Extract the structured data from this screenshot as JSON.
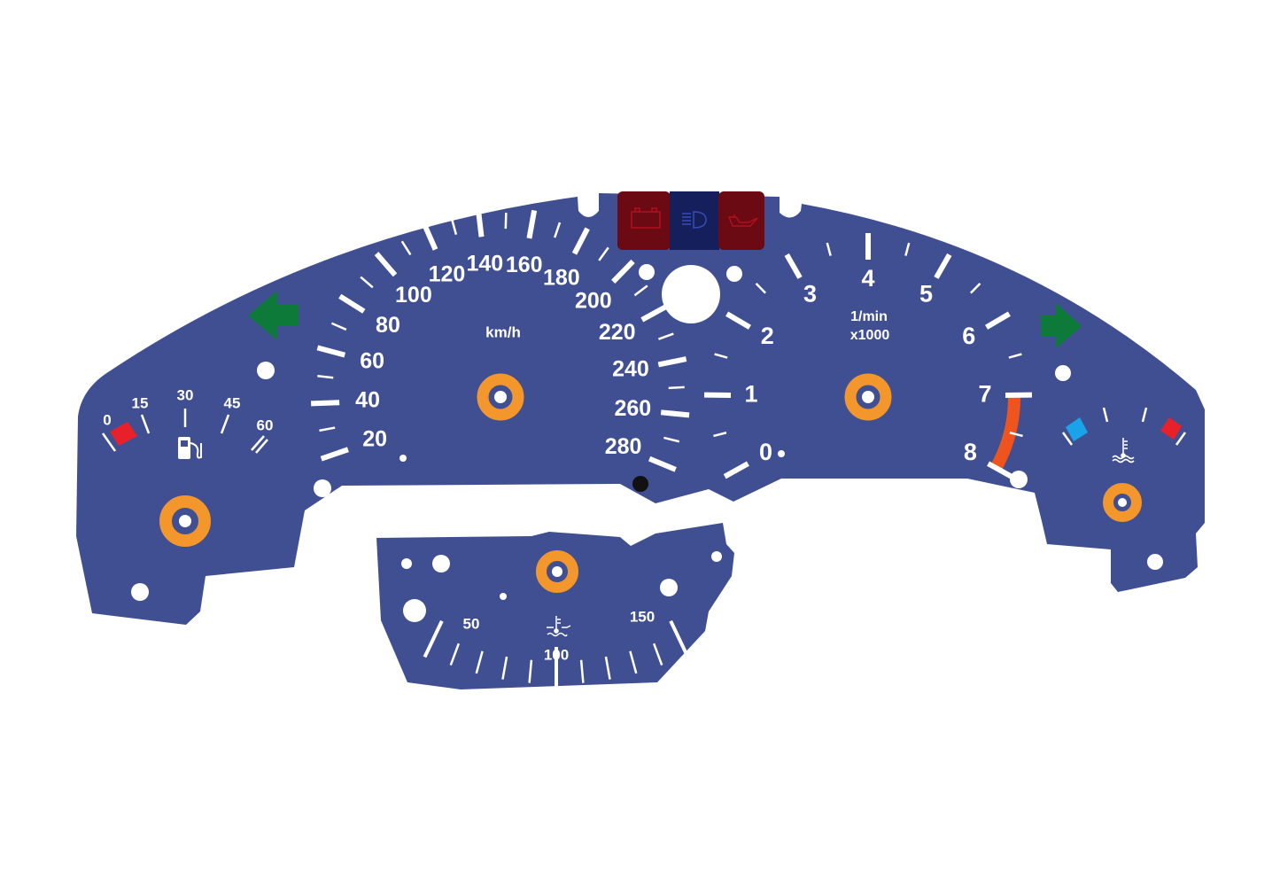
{
  "colors": {
    "dial_face": "#3f4f91",
    "ticks": "#ffffff",
    "mount_ring": "#f3962c",
    "arrow_green": "#0e7a3a",
    "warn_red": "#6b0a12",
    "warn_blue": "#141f5c",
    "redline": "#f0541e",
    "cold_blue": "#1aa3e8",
    "hot_red": "#e8202a"
  },
  "speedometer": {
    "unit": "km/h",
    "labels": [
      "20",
      "40",
      "60",
      "80",
      "100",
      "120",
      "140",
      "160",
      "180",
      "200",
      "220",
      "240",
      "260",
      "280"
    ],
    "min": 20,
    "max": 280
  },
  "tachometer": {
    "unit_line1": "1/min",
    "unit_line2": "x1000",
    "labels": [
      "0",
      "1",
      "2",
      "3",
      "4",
      "5",
      "6",
      "7",
      "8"
    ],
    "min": 0,
    "max": 8,
    "redline_start": 7
  },
  "fuel_gauge": {
    "labels": [
      "0",
      "15",
      "30",
      "45",
      "60"
    ],
    "icon": "fuel-pump-icon"
  },
  "coolant_gauge": {
    "icon": "coolant-temperature-icon"
  },
  "oil_temp_gauge": {
    "labels": [
      "50",
      "100",
      "150"
    ],
    "icon": "oil-temperature-icon"
  },
  "warning_lights": [
    {
      "icon": "battery-icon"
    },
    {
      "icon": "headlight-icon"
    },
    {
      "icon": "oil-can-icon"
    }
  ],
  "indicators": [
    {
      "icon": "turn-left-arrow-icon"
    },
    {
      "icon": "turn-right-arrow-icon"
    }
  ]
}
